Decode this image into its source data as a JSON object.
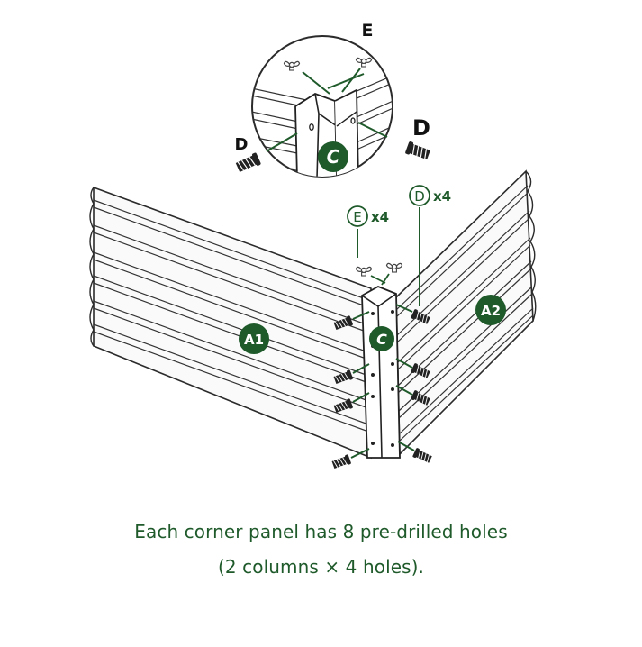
{
  "colors": {
    "accent": "#1f5a2b",
    "line": "#2b2b2b",
    "panel": "#f7f7f7"
  },
  "detail": {
    "label_e": "E",
    "label_d_left": "D",
    "label_d_right": "D",
    "badge_c": "C"
  },
  "main": {
    "badge_a1": "A1",
    "badge_a2": "A2",
    "badge_c": "C",
    "callout_e_letter": "E",
    "callout_e_qty": "x4",
    "callout_d_letter": "D",
    "callout_d_qty": "x4"
  },
  "caption": {
    "line1": "Each corner panel has 8 pre-drilled holes",
    "line2": "(2 columns × 4 holes)."
  },
  "icons": [
    "wing-nut-icon",
    "bolt-icon"
  ]
}
